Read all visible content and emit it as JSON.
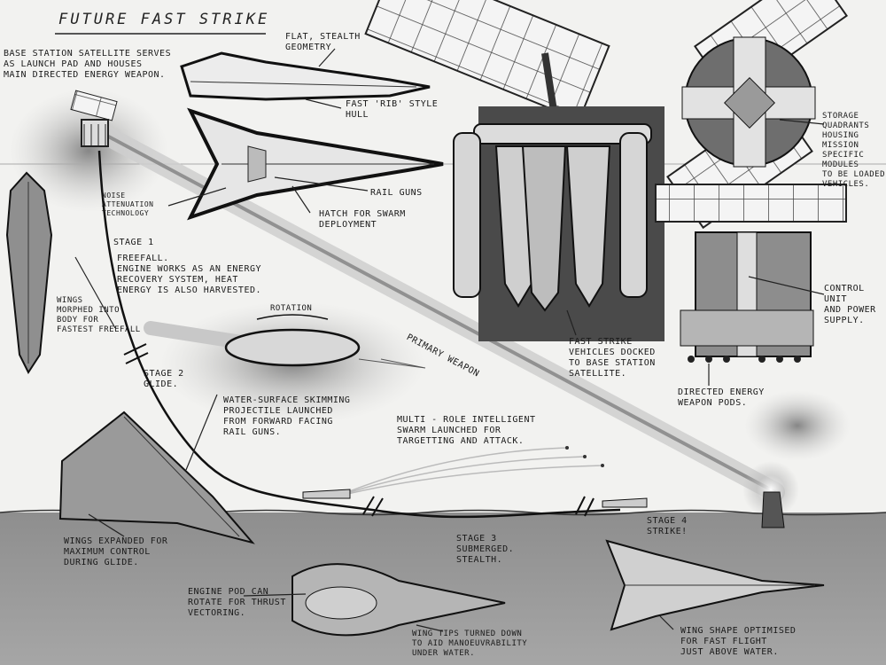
{
  "title": "FUTURE FAST STRIKE",
  "labels": {
    "base_station": "BASE STATION SATELLITE SERVES\nAS LAUNCH PAD AND HOUSES\nMAIN DIRECTED ENERGY WEAPON.",
    "flat_stealth": "FLAT, STEALTH\nGEOMETRY",
    "rib_hull": "FAST 'RIB' STYLE\nHULL",
    "noise": "NOISE\nATTENUATION\nTECHNOLOGY",
    "rail_guns": "RAIL GUNS",
    "hatch": "HATCH FOR SWARM\nDEPLOYMENT",
    "storage": "STORAGE\nQUADRANTS\nHOUSING MISSION\nSPECIFIC MODULES\nTO BE LOADED\nVEHICLES.",
    "stage1_num": "STAGE 1",
    "stage1": "FREEFALL.\nENGINE WORKS AS AN ENERGY\nRECOVERY SYSTEM, HEAT\nENERGY IS ALSO HARVESTED.",
    "wings_morphed": "WINGS\nMORPHED INTO\nBODY FOR\nFASTEST FREEFALL",
    "rotation": "ROTATION",
    "primary_weapon": "PRIMARY WEAPON",
    "control_unit": "CONTROL\nUNIT\nAND POWER\nSUPPLY.",
    "docked": "FAST STRIKE\nVEHICLES DOCKED\nTO BASE STATION\nSATELLITE.",
    "stage2": "STAGE 2\nGLIDE.",
    "skimming": "WATER-SURFACE SKIMMING\nPROJECTILE LAUNCHED\nFROM FORWARD FACING\nRAIL GUNS.",
    "directed_pods": "DIRECTED ENERGY\nWEAPON PODS.",
    "swarm": "MULTI - ROLE INTELLIGENT\nSWARM LAUNCHED FOR\nTARGETTING AND ATTACK.",
    "wings_expanded": "WINGS EXPANDED FOR\nMAXIMUM CONTROL\nDURING GLIDE.",
    "stage3": "STAGE 3\nSUBMERGED.\nSTEALTH.",
    "stage4": "STAGE 4\nSTRIKE!",
    "engine_pod": "ENGINE POD CAN\nROTATE FOR THRUST\nVECTORING.",
    "wing_tips": "WING TIPS TURNED DOWN\nTO AID MANOEUVRABILITY\nUNDER WATER.",
    "wing_shape": "WING SHAPE OPTIMISED\nFOR FAST FLIGHT\nJUST ABOVE WATER."
  }
}
